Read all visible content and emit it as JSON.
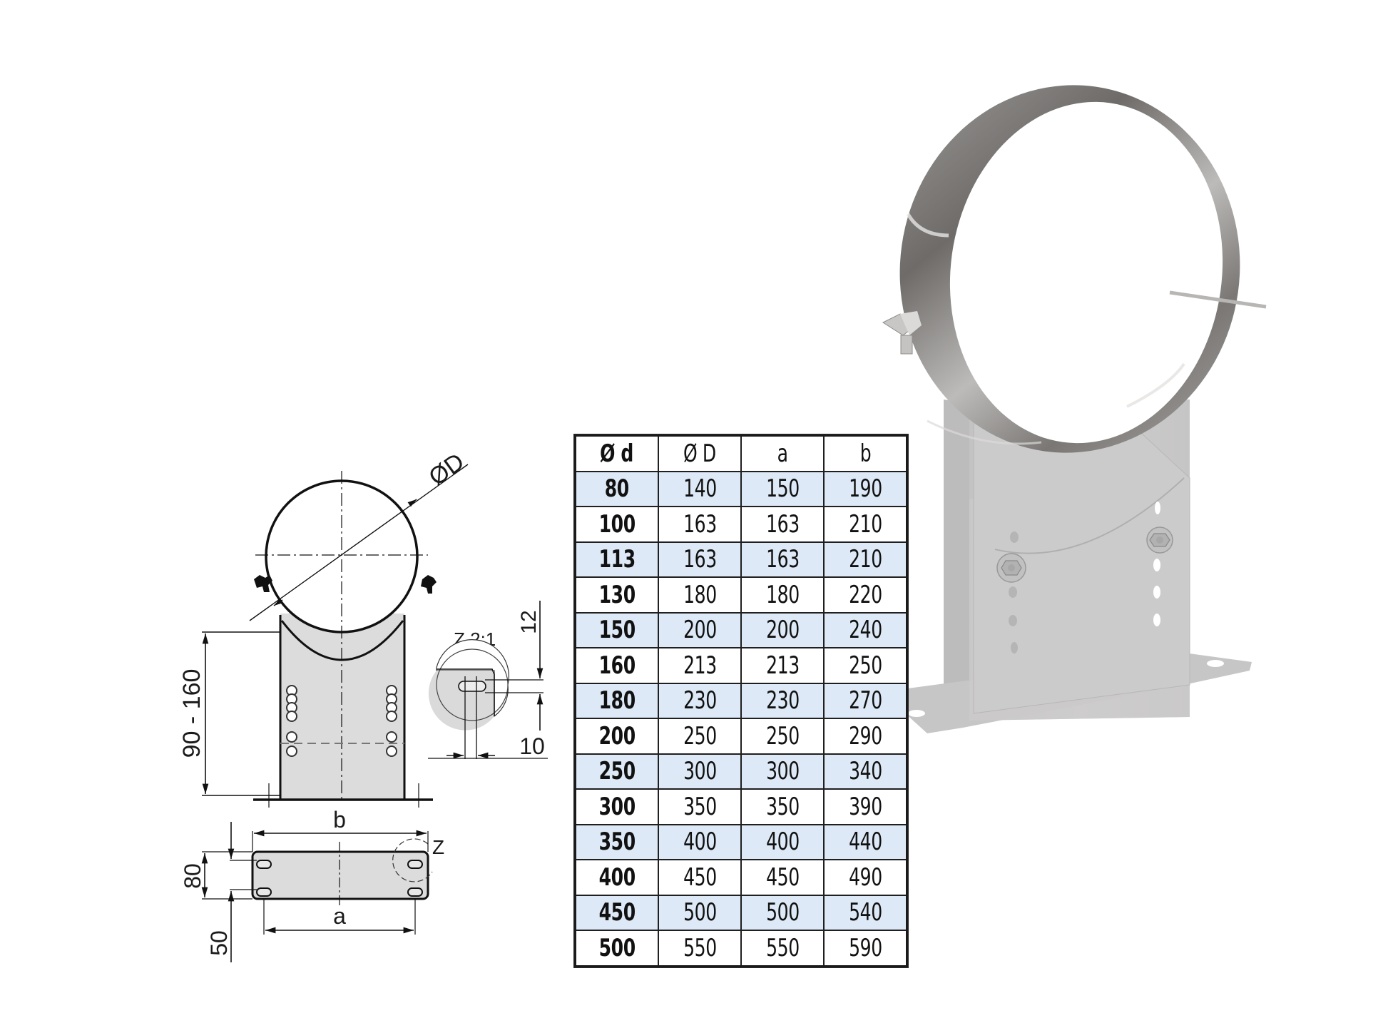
{
  "drawing": {
    "diameter_label": "ØD",
    "height_range_label": "90 - 160",
    "width_label_b": "b",
    "width_label_a": "a",
    "base_height_label": "80",
    "base_offset_label": "50",
    "detail_marker": "Z",
    "detail_view_label": "Z 2:1",
    "slot_length_label": "12",
    "slot_width_label": "10"
  },
  "table": {
    "headers": [
      "Ø d",
      "Ø D",
      "a",
      "b"
    ],
    "rows": [
      [
        "80",
        "140",
        "150",
        "190"
      ],
      [
        "100",
        "163",
        "163",
        "210"
      ],
      [
        "113",
        "163",
        "163",
        "210"
      ],
      [
        "130",
        "180",
        "180",
        "220"
      ],
      [
        "150",
        "200",
        "200",
        "240"
      ],
      [
        "160",
        "213",
        "213",
        "250"
      ],
      [
        "180",
        "230",
        "230",
        "270"
      ],
      [
        "200",
        "250",
        "250",
        "290"
      ],
      [
        "250",
        "300",
        "300",
        "340"
      ],
      [
        "300",
        "350",
        "350",
        "390"
      ],
      [
        "350",
        "400",
        "400",
        "440"
      ],
      [
        "400",
        "450",
        "450",
        "490"
      ],
      [
        "450",
        "500",
        "500",
        "540"
      ],
      [
        "500",
        "550",
        "550",
        "590"
      ]
    ],
    "shaded_row_color": "#dde9f6",
    "border_color": "#1f1f1f"
  },
  "photo": {
    "subject": "stainless-steel pipe clamp ring on adjustable galvanized floor bracket",
    "ring_color": "#8a8784",
    "bracket_color": "#c9c8c8"
  }
}
